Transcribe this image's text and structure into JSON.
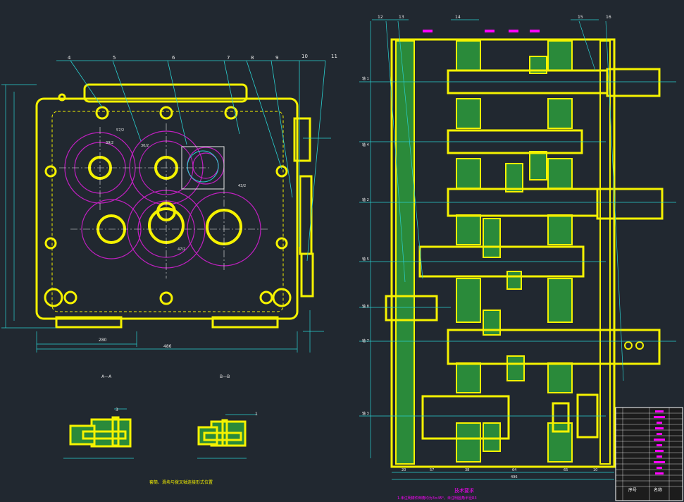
{
  "colors": {
    "background": "#212830",
    "outline": "#f5f200",
    "dimension": "#2ad0d0",
    "gear_circle": "#c020c0",
    "hatch": "#2a8a3a",
    "center": "#e8e8e8",
    "magenta": "#ff00ff"
  },
  "left_view": {
    "callouts": [
      "4",
      "5",
      "6",
      "7",
      "8",
      "9",
      "10",
      "11"
    ],
    "gear_labels": [
      "57/2",
      "39/2",
      "30/2",
      "43/2",
      "47/2"
    ],
    "dims": {
      "bottom_short": "280",
      "bottom_long": "486"
    }
  },
  "sections": {
    "aa_title": "A—A",
    "bb_title": "B—B",
    "aa_callout": "3",
    "bb_callout": "1",
    "caption": "套筒、滑块与拨叉轴连接形式位置"
  },
  "right_view": {
    "callouts": [
      "12",
      "13",
      "14",
      "15",
      "16"
    ],
    "shaft_labels": [
      "轴 1",
      "轴 4",
      "轴 2",
      "轴 5",
      "轴 8",
      "轴 7",
      "轴 3"
    ],
    "bottom_dims": [
      "20",
      "57",
      "38",
      "64",
      "65",
      "10"
    ],
    "total_dim": "496"
  },
  "tech_notes": {
    "title": "技术要求",
    "line1": "1.未注明铸件倒角均为3×45°，未注明圆角半径R3"
  },
  "title_block": {
    "col1": "序号",
    "col2": "名称"
  }
}
